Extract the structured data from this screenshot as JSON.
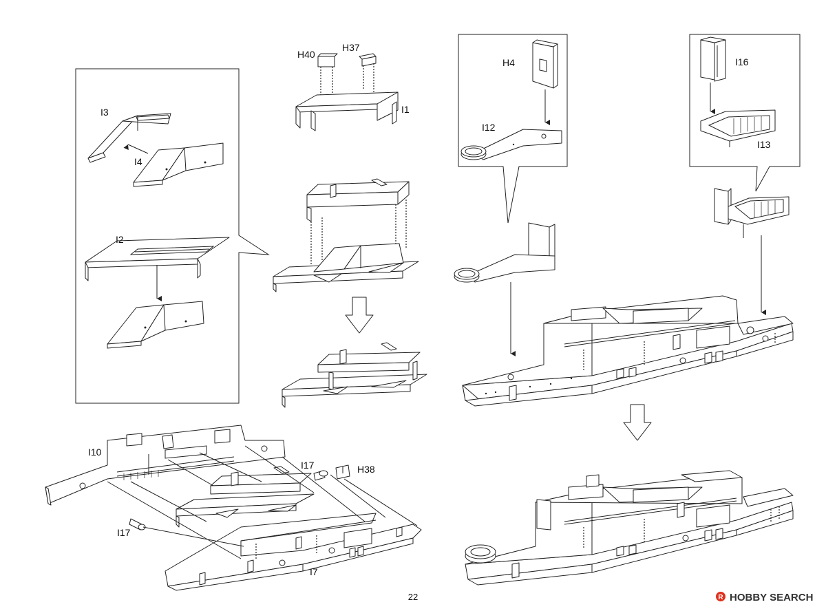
{
  "page_number": "22",
  "watermark": {
    "text": "HOBBY SEARCH",
    "mark_color": "#e0301e"
  },
  "parts": {
    "I3": "I3",
    "I4": "I4",
    "I2": "I2",
    "H40": "H40",
    "H37": "H37",
    "I1": "I1",
    "H4": "H4",
    "I12": "I12",
    "I16": "I16",
    "I13": "I13",
    "I10": "I10",
    "I17_right": "I17",
    "H38": "H38",
    "I17_left": "I17",
    "I7": "I7"
  },
  "colors": {
    "line": "#222222",
    "paper": "#ffffff"
  }
}
